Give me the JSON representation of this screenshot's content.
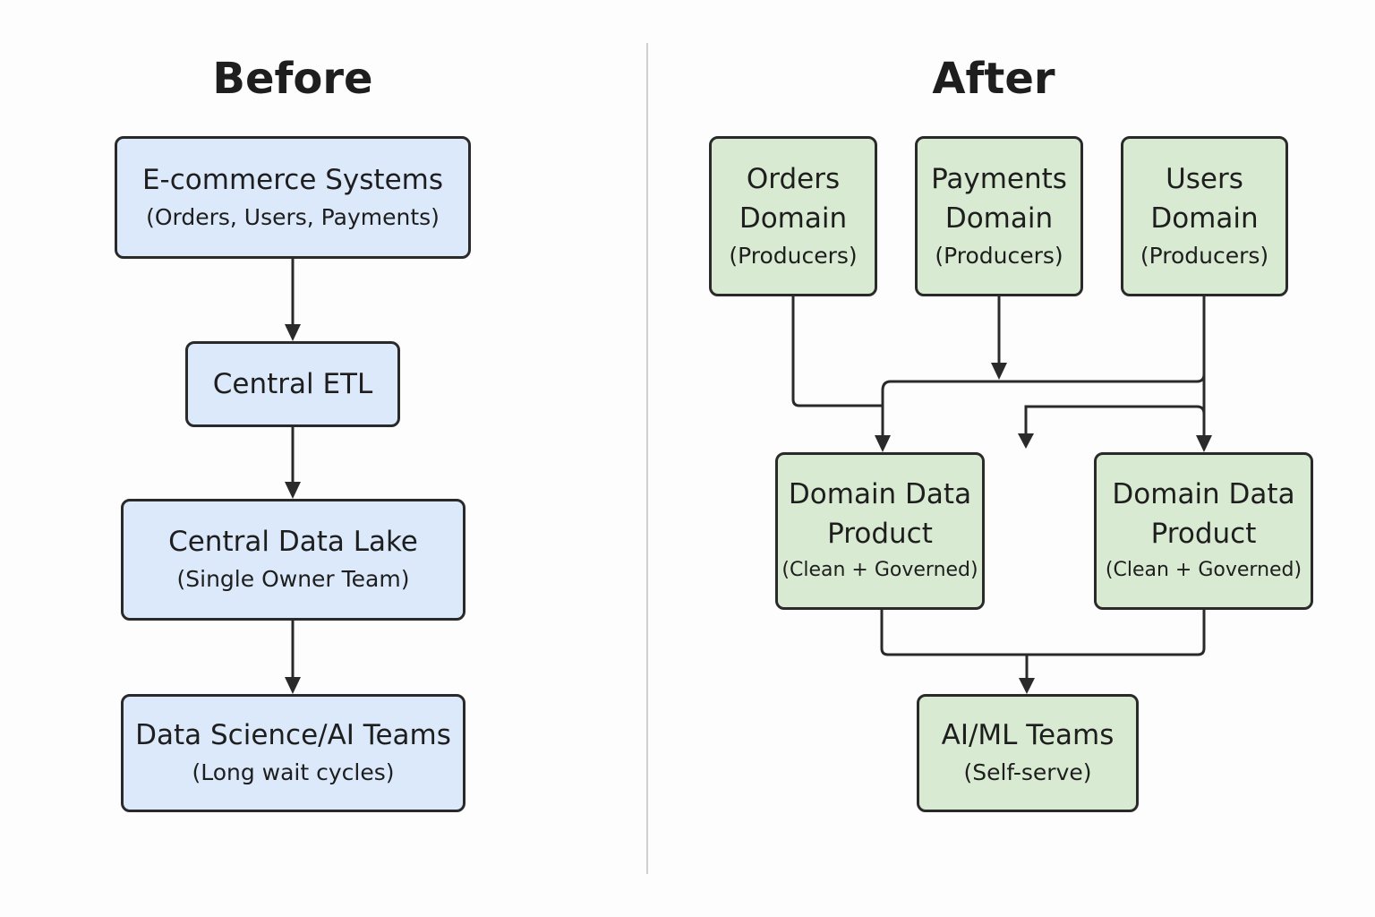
{
  "before": {
    "title": "Before",
    "boxes": [
      {
        "main": "E-commerce Systems",
        "sub": "(Orders, Users, Payments)"
      },
      {
        "main": "Central ETL"
      },
      {
        "main": "Central Data Lake",
        "sub": "(Single Owner Team)"
      },
      {
        "main": "Data Science/AI Teams",
        "sub": "(Long wait cycles)"
      }
    ]
  },
  "after": {
    "title": "After",
    "producers": [
      {
        "line1": "Orders",
        "line2": "Domain",
        "sub": "(Producers)"
      },
      {
        "line1": "Payments",
        "line2": "Domain",
        "sub": "(Producers)"
      },
      {
        "line1": "Users",
        "line2": "Domain",
        "sub": "(Producers)"
      }
    ],
    "products": [
      {
        "line1": "Domain Data",
        "line2": "Product",
        "sub": "(Clean + Governed)"
      },
      {
        "line1": "Domain Data",
        "line2": "Product",
        "sub": "(Clean + Governed)"
      }
    ],
    "consumer": {
      "main": "AI/ML Teams",
      "sub": "(Self-serve)"
    }
  },
  "colors": {
    "before_fill": "#dbe9fb",
    "after_fill": "#d9ead2",
    "stroke": "#2a2a2a"
  }
}
